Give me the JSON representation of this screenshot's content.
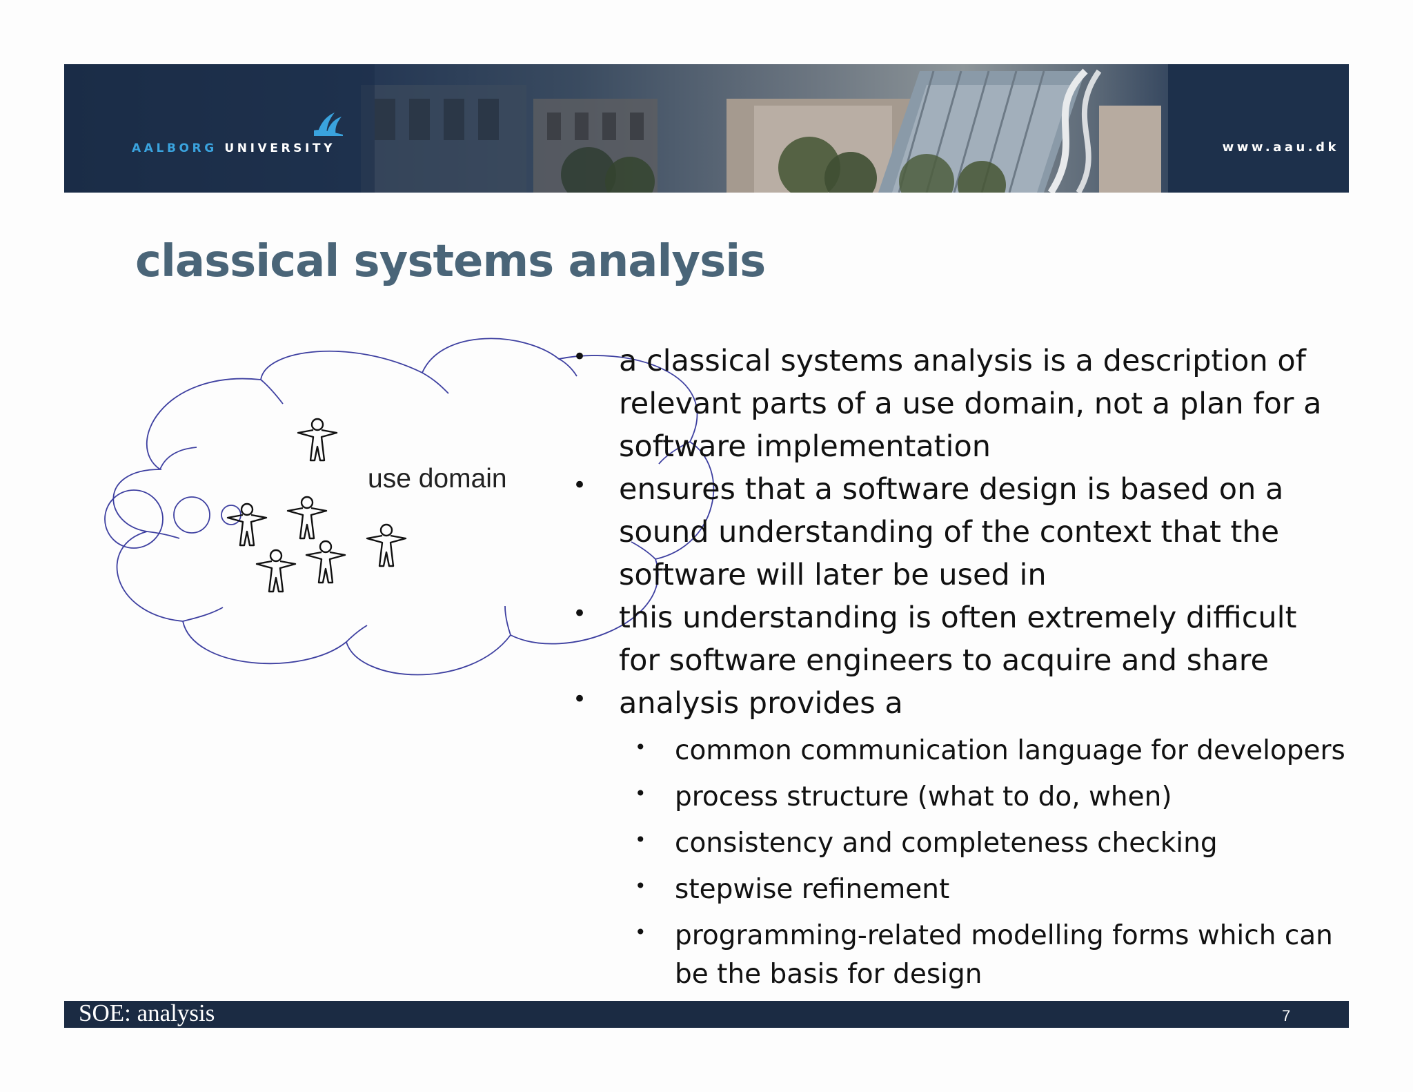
{
  "header": {
    "logo_left": "AALBORG",
    "logo_right": "UNIVERSITY",
    "url": "www.aau.dk"
  },
  "slide": {
    "title": "classical systems analysis",
    "diagram_label": "use domain",
    "bullets": [
      {
        "lines": [
          "a classical systems analysis is a description of",
          "relevant parts of a use domain, not a plan for a",
          "software implementation"
        ]
      },
      {
        "lines": [
          "ensures that a software design is based on a",
          "sound understanding of the context that the",
          "software will later be used in"
        ]
      },
      {
        "lines": [
          "this understanding is often extremely difficult",
          "for software engineers to acquire and share"
        ]
      },
      {
        "lines": [
          "analysis provides a"
        ]
      }
    ],
    "sub_bullets": [
      {
        "lines": [
          "common communication language for developers"
        ]
      },
      {
        "lines": [
          "process structure (what to do, when)"
        ]
      },
      {
        "lines": [
          "consistency and completeness checking"
        ]
      },
      {
        "lines": [
          "stepwise refinement"
        ]
      },
      {
        "lines": [
          "programming-related modelling forms which can",
          "be the basis for design"
        ]
      }
    ]
  },
  "footer": {
    "left": "SOE: analysis",
    "page_number": "7"
  },
  "colors": {
    "banner": "#1b2e49",
    "title": "#4a6578",
    "cloud_stroke": "#3d3fa0",
    "footer": "#1b2b43"
  }
}
